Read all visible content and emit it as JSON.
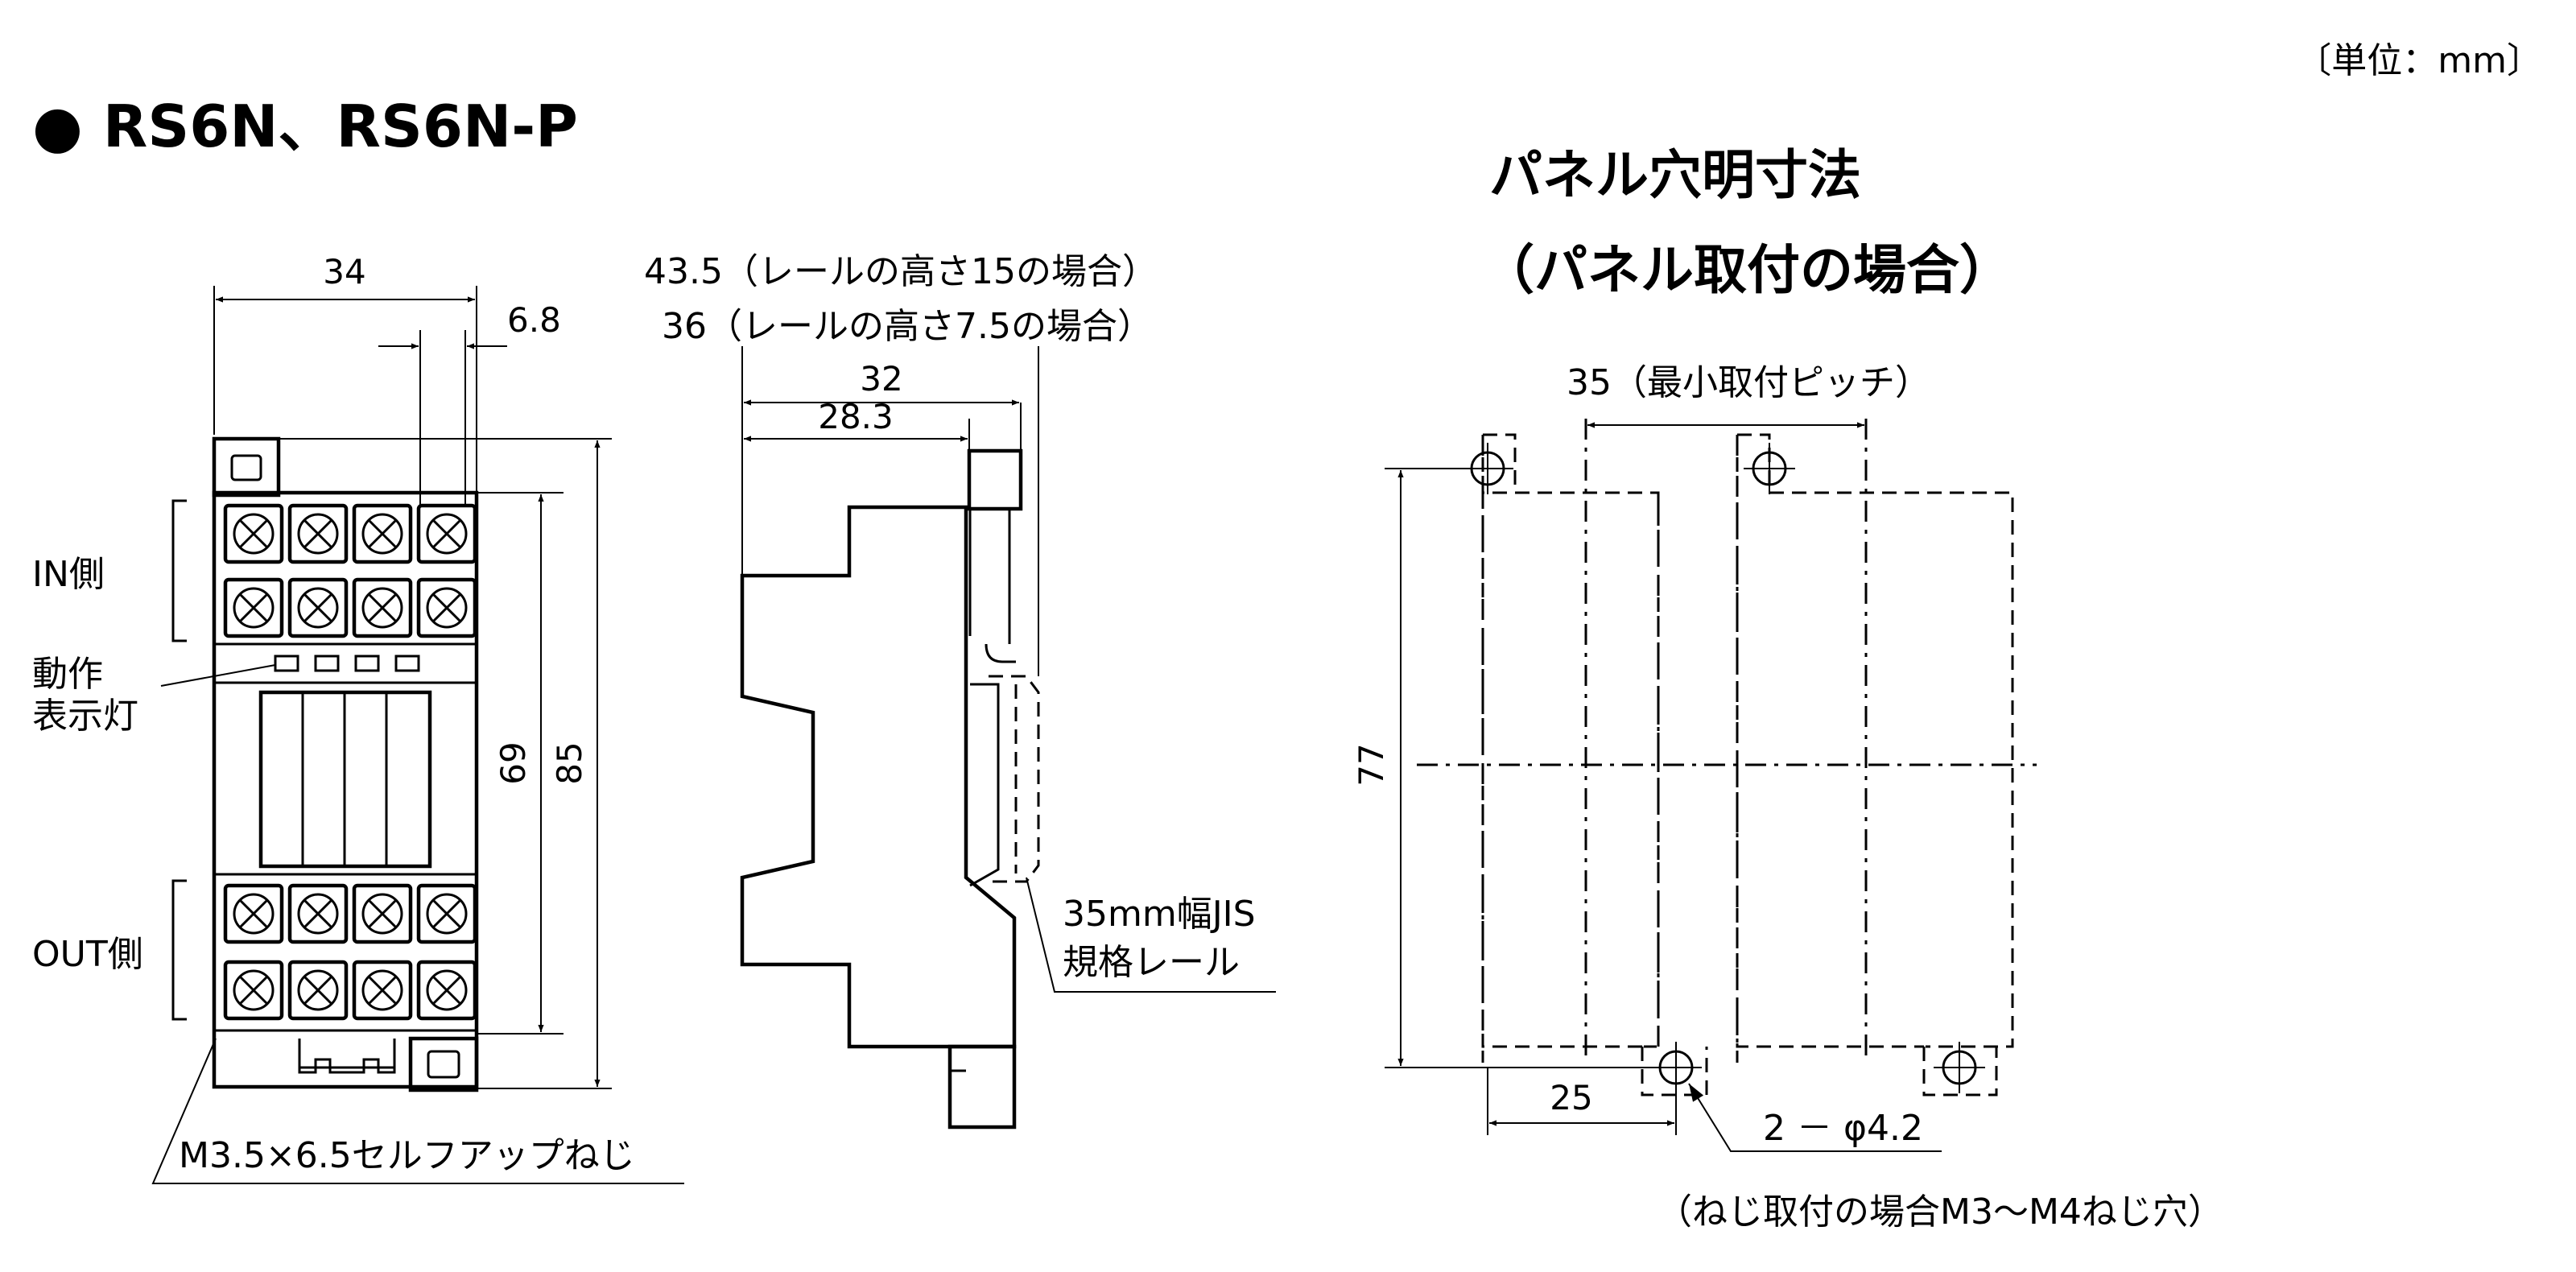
{
  "unit_note": "〔単位：mm〕",
  "title": "● RS6N、RS6N-P",
  "panel_title_line1": "パネル穴明寸法",
  "panel_title_line2": "（パネル取付の場合）",
  "front": {
    "dim_width": "34",
    "dim_pitch": "6.8",
    "dim_69": "69",
    "dim_85": "85",
    "in_label": "IN側",
    "out_label": "OUT側",
    "indicator_line1": "動作",
    "indicator_line2": "表示灯",
    "screw_label": "M3.5×6.5セルフアップねじ"
  },
  "side": {
    "dim_rail15": "43.5（レールの高さ15の場合）",
    "dim_rail75": "36（レールの高さ7.5の場合）",
    "dim_32": "32",
    "dim_283": "28.3",
    "rail_line1": "35mm幅JIS",
    "rail_line2": "規格レール"
  },
  "panel": {
    "dim_pitch": "35（最小取付ピッチ）",
    "dim_77": "77",
    "dim_25": "25",
    "hole_label": "2 － φ4.2",
    "screw_note": "（ねじ取付の場合M3～M4ねじ穴）"
  }
}
